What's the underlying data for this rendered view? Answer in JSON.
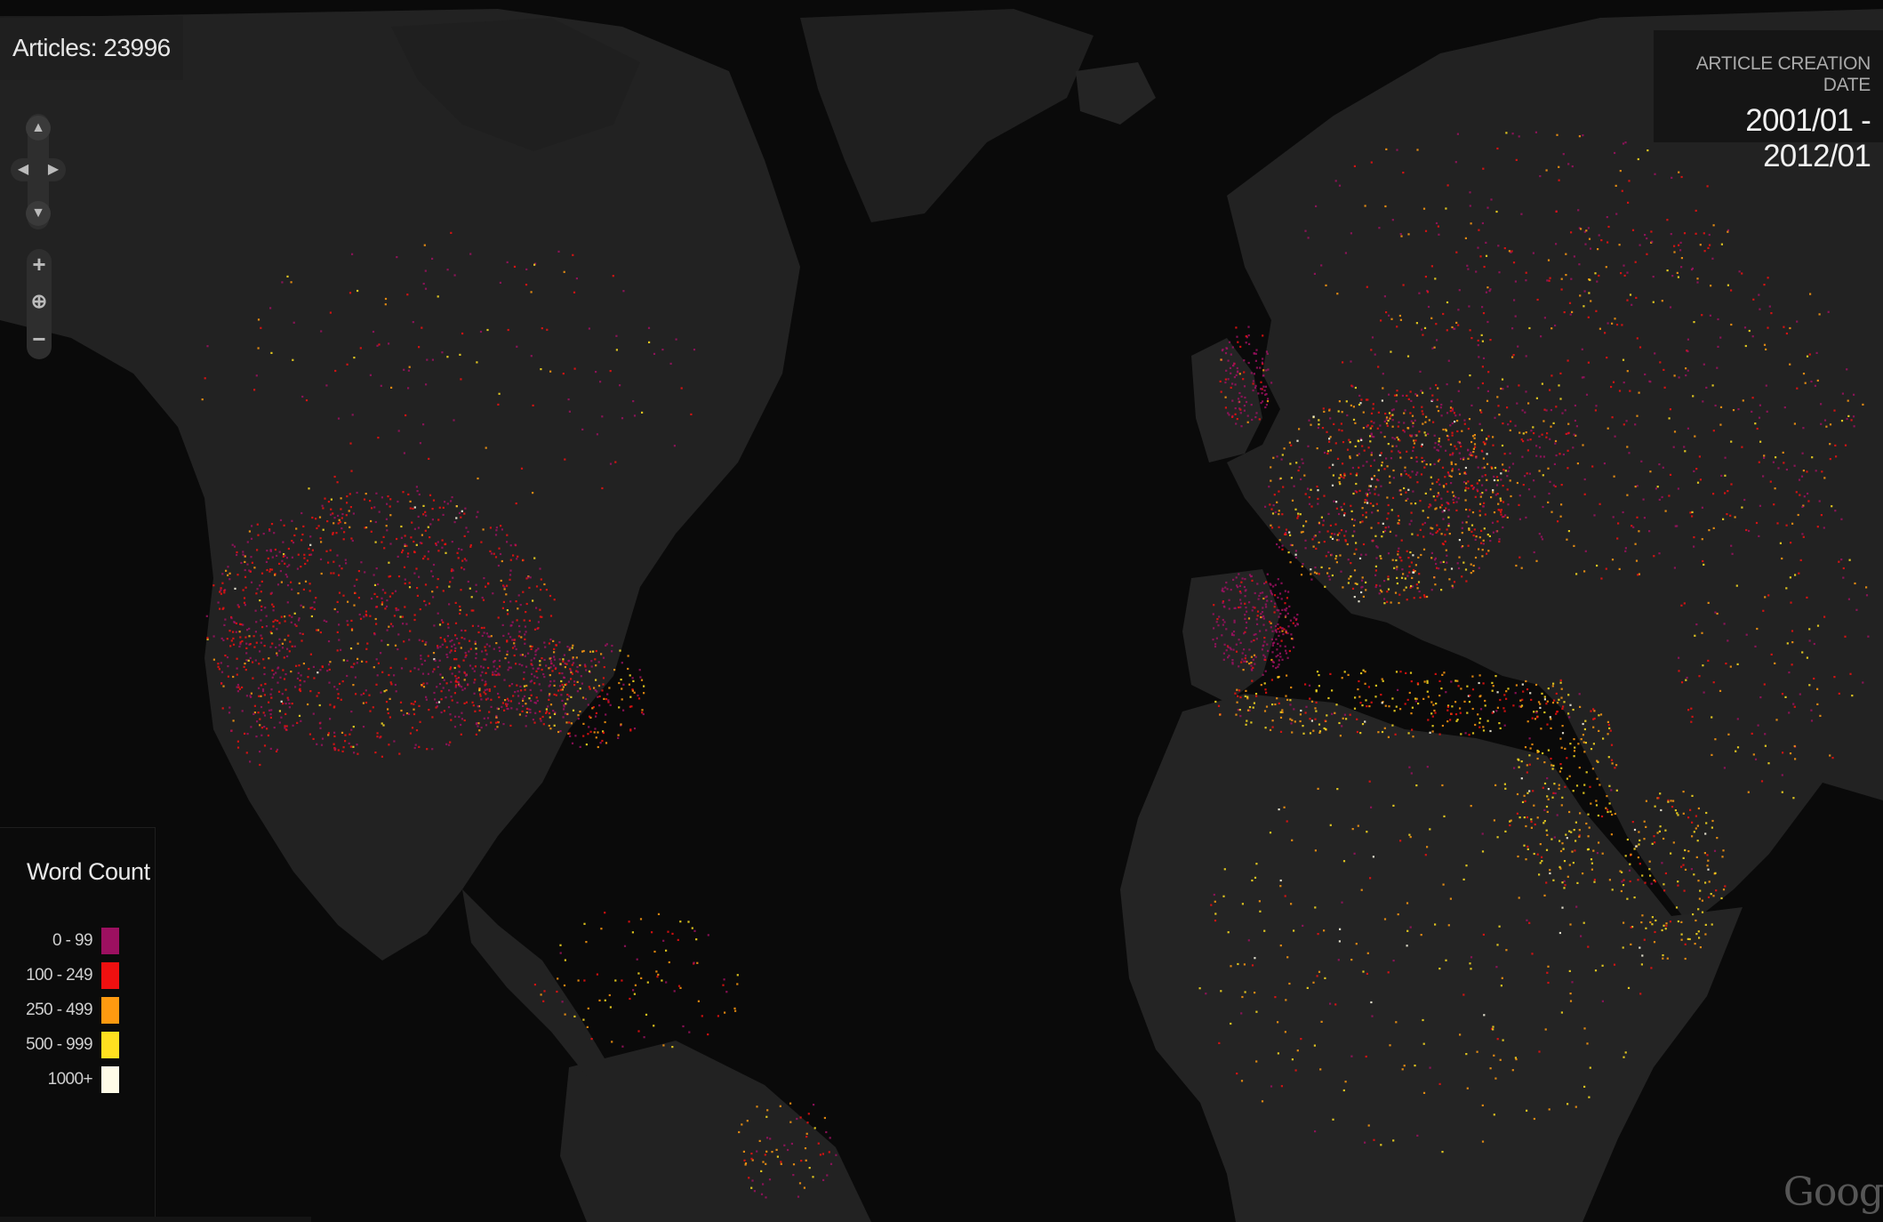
{
  "counter": {
    "text": "Articles: 23996"
  },
  "date_panel": {
    "label": "ARTICLE CREATION DATE",
    "range": "2001/01 - 2012/01"
  },
  "controls": {
    "pan_up_icon": "triangle-up",
    "pan_left_icon": "triangle-left",
    "pan_right_icon": "triangle-right",
    "pan_down_icon": "triangle-down",
    "zoom_in": "+",
    "zoom_reset_icon": "crosshair-globe",
    "zoom_out": "−"
  },
  "legend": {
    "title": "Word Count",
    "items": [
      {
        "label": "0 - 99",
        "color": "#9c1060"
      },
      {
        "label": "100 - 249",
        "color": "#f01010"
      },
      {
        "label": "250 - 499",
        "color": "#ff9a10"
      },
      {
        "label": "500 - 999",
        "color": "#ffe020"
      },
      {
        "label": "1000+",
        "color": "#fffbe8"
      }
    ]
  },
  "attribution": "Goog",
  "colors": {
    "ocean": "#0a0a0a",
    "land": "#232323",
    "panel": "#1a1a1a"
  }
}
